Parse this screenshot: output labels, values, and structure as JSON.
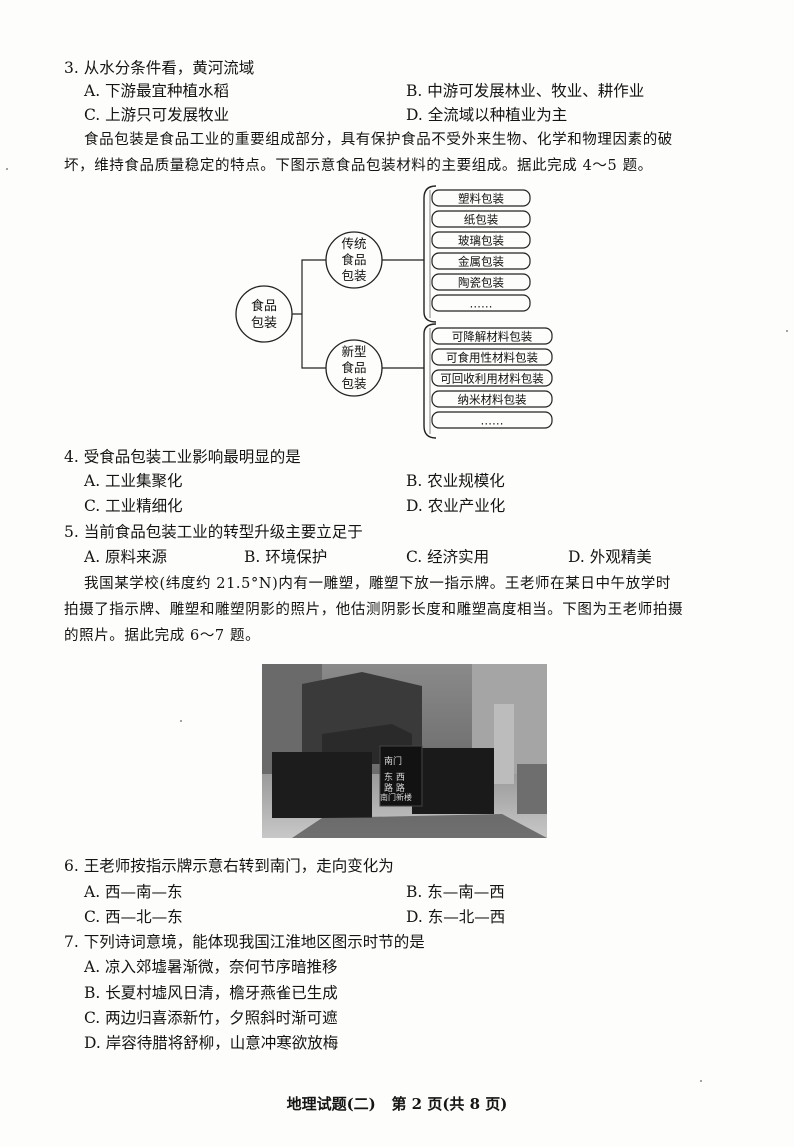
{
  "q3": {
    "stem": "3. 从水分条件看，黄河流域",
    "options": {
      "A": "A. 下游最宜种植水稻",
      "B": "B. 中游可发展林业、牧业、耕作业",
      "C": "C. 上游只可发展牧业",
      "D": "D. 全流域以种植业为主"
    }
  },
  "passage1": {
    "line1": "食品包装是食品工业的重要组成部分，具有保护食品不受外来生物、化学和物理因素的破",
    "line2": "坏，维持食品质量稳定的特点。下图示意食品包装材料的主要组成。据此完成 4～5 题。"
  },
  "diagram": {
    "root": [
      "食品",
      "包装"
    ],
    "traditional": {
      "label": [
        "传统",
        "食品",
        "包装"
      ],
      "items": [
        "塑料包装",
        "纸包装",
        "玻璃包装",
        "金属包装",
        "陶瓷包装",
        "……"
      ]
    },
    "new": {
      "label": [
        "新型",
        "食品",
        "包装"
      ],
      "items": [
        "可降解材料包装",
        "可食用性材料包装",
        "可回收利用材料包装",
        "纳米材料包装",
        "……"
      ]
    }
  },
  "q4": {
    "stem": "4. 受食品包装工业影响最明显的是",
    "options": {
      "A": "A. 工业集聚化",
      "B": "B. 农业规模化",
      "C": "C. 工业精细化",
      "D": "D. 农业产业化"
    }
  },
  "q5": {
    "stem": "5. 当前食品包装工业的转型升级主要立足于",
    "options": {
      "A": "A. 原料来源",
      "B": "B. 环境保护",
      "C": "C. 经济实用",
      "D": "D. 外观精美"
    }
  },
  "passage2": {
    "line1": "我国某学校(纬度约 21.5°N)内有一雕塑，雕塑下放一指示牌。王老师在某日中午放学时",
    "line2": "拍摄了指示牌、雕塑和雕塑阴影的照片，他估测阴影长度和雕塑高度相当。下图为王老师拍摄",
    "line3": "的照片。据此完成 6～7 题。"
  },
  "photo": {
    "sign_lines": [
      "南门",
      "东 西",
      "路 路",
      "南门新楼"
    ]
  },
  "q6": {
    "stem": "6. 王老师按指示牌示意右转到南门，走向变化为",
    "options": {
      "A": "A. 西—南—东",
      "B": "B. 东—南—西",
      "C": "C. 西—北—东",
      "D": "D. 东—北—西"
    }
  },
  "q7": {
    "stem": "7. 下列诗词意境，能体现我国江淮地区图示时节的是",
    "options": {
      "A": "A. 凉入郊墟暑渐微，奈何节序暗推移",
      "B": "B. 长夏村墟风日清，檐牙燕雀已生成",
      "C": "C. 两边归喜添新竹，夕照斜时渐可遮",
      "D": "D. 岸容待腊将舒柳，山意冲寒欲放梅"
    }
  },
  "footer": "地理试题(二)   第 2 页(共 8 页)"
}
